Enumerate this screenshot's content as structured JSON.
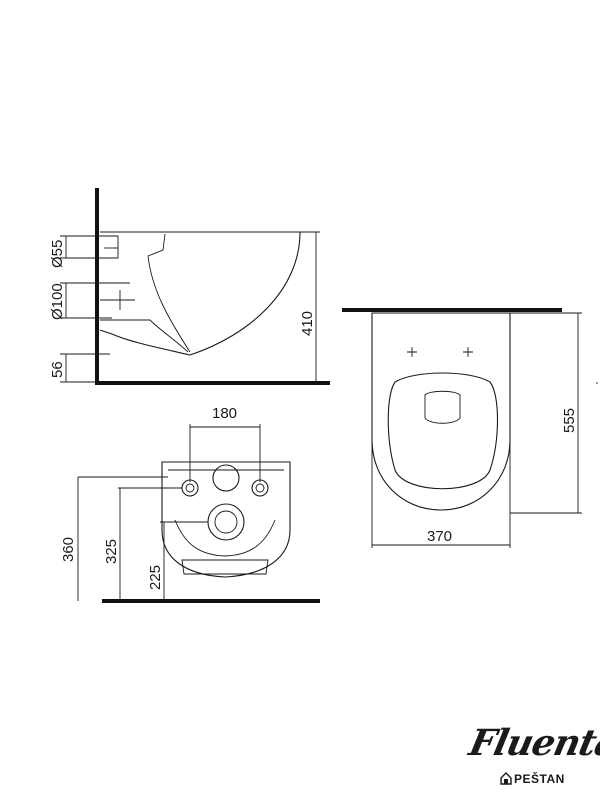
{
  "side_view": {
    "dim_outlet": "Ø55",
    "dim_inlet": "Ø100",
    "dim_floor_gap": "56",
    "dim_height": "410"
  },
  "front_view": {
    "dim_bolt_spacing": "180",
    "dim_total_height": "360",
    "dim_bolt_height": "325",
    "dim_outlet_height": "225"
  },
  "top_view": {
    "dim_length": "555",
    "dim_width": "370"
  },
  "logo": {
    "script": "Fluenta",
    "brand": "PEŠTAN"
  },
  "colors": {
    "line": "#1a1a1a",
    "background": "#ffffff"
  }
}
